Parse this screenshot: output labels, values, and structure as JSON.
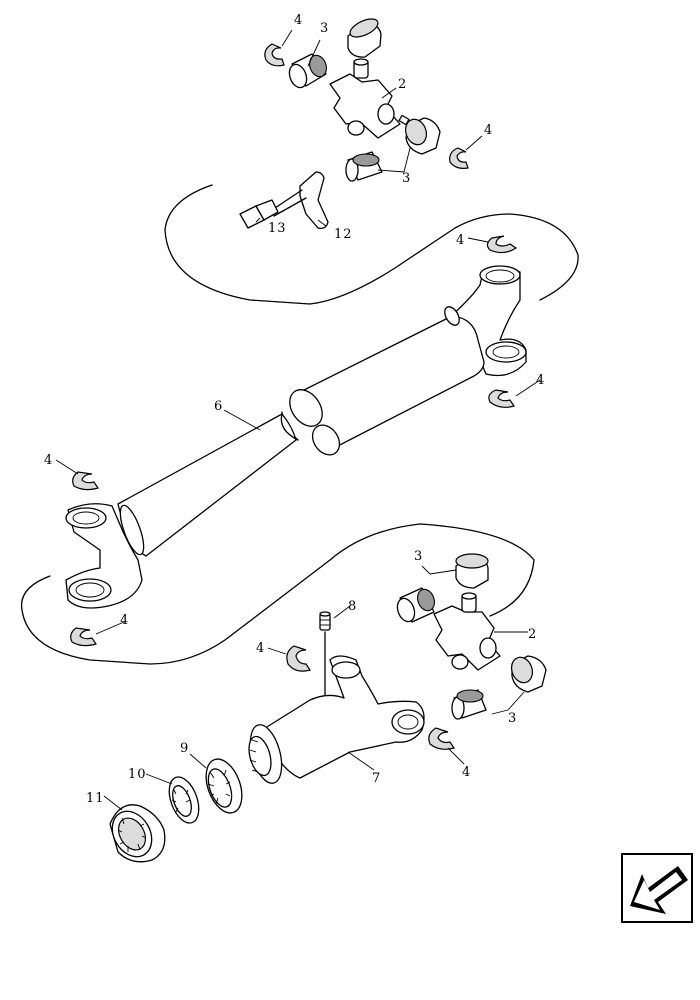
{
  "callouts": {
    "c1": "4",
    "c2": "3",
    "c3": "2",
    "c4": "4",
    "c5": "3",
    "c6": "13",
    "c7": "12",
    "c8": "4",
    "c9": "4",
    "c10": "6",
    "c11": "4",
    "c12": "4",
    "c13": "3",
    "c14": "8",
    "c15": "2",
    "c16": "4",
    "c17": "3",
    "c18": "4",
    "c19": "7",
    "c20": "9",
    "c21": "10",
    "c22": "11"
  },
  "nav": {
    "icon": "previous-page-arrow-icon"
  }
}
